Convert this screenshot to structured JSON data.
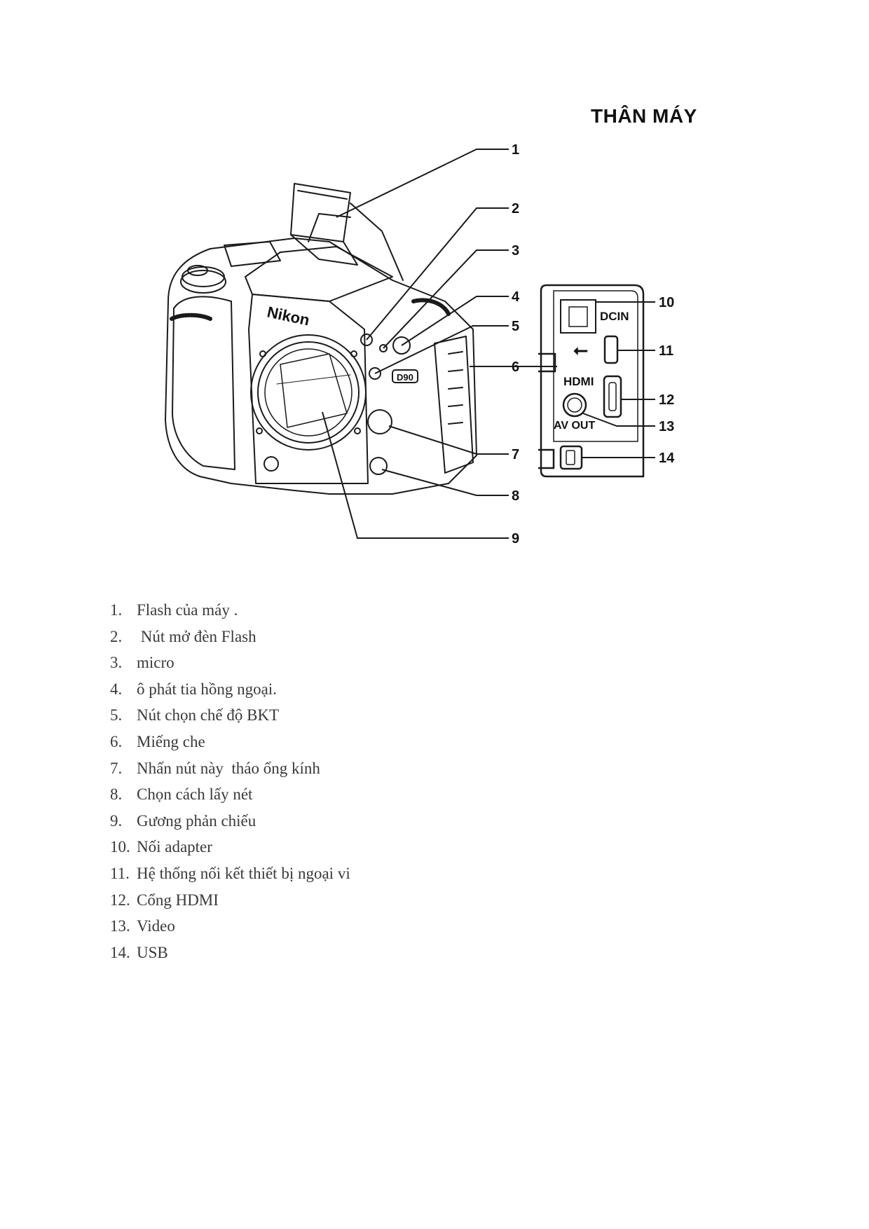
{
  "title": "THÂN MÁY",
  "figure": {
    "callouts": [
      "1",
      "2",
      "3",
      "4",
      "5",
      "6",
      "7",
      "8",
      "9",
      "10",
      "11",
      "12",
      "13",
      "14"
    ],
    "camera_marks": {
      "brand": "Nikon",
      "model": "D90"
    },
    "port_labels": {
      "dcin": "DCIN",
      "hdmi": "HDMI",
      "av_out": "AV OUT"
    }
  },
  "legend": [
    {
      "num": "1.",
      "text": "Flash của máy ."
    },
    {
      "num": "2.",
      "text": " Nút mở đèn Flash"
    },
    {
      "num": "3.",
      "text": "micro"
    },
    {
      "num": "4.",
      "text": "ô phát tia hồng ngoại."
    },
    {
      "num": "5.",
      "text": "Nút chọn chế độ BKT"
    },
    {
      "num": "6.",
      "text": "Miếng che"
    },
    {
      "num": "7.",
      "text": "Nhấn nút này  tháo ống kính"
    },
    {
      "num": "8.",
      "text": "Chọn cách lấy nét"
    },
    {
      "num": "9.",
      "text": "Gương phản chiếu"
    },
    {
      "num": "10.",
      "text": "Nối adapter"
    },
    {
      "num": "11.",
      "text": "Hệ thống nối kết thiết bị ngoại vi"
    },
    {
      "num": "12.",
      "text": "Cổng HDMI"
    },
    {
      "num": "13.",
      "text": "Video"
    },
    {
      "num": "14.",
      "text": "USB"
    }
  ]
}
